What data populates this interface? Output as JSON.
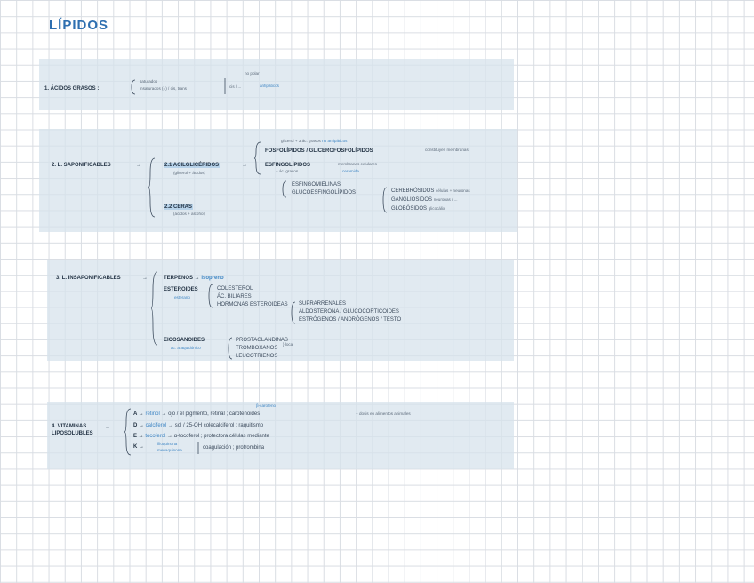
{
  "title": "LÍPIDOS",
  "sections": {
    "acidos": {
      "label": "1. ÁCIDOS GRASOS :",
      "sub1": "saturados",
      "sub2": "insaturados (=) / cis, trans",
      "right1": "no polar",
      "right2": "cis / ...",
      "blue": "anfipáticos"
    },
    "saponificables": {
      "label": "2. L. SAPONIFICABLES",
      "acil": "2.1 ACILGLICÉRIDOS",
      "acil_sub": "(glicerol + ácidos)",
      "ceras": "2.2 CERAS",
      "ceras_sub": "(ácidos + alcohol)",
      "top_note": "glicerol + 3 ác. grasos",
      "top_note_blue": "no anfipáticos",
      "fosfo": "FOSFOLÍPIDOS / GLICEROFOSFOLÍPIDOS",
      "fosfo_note": "constituyen membranas",
      "esfingo": "ESFINGOLÍPIDOS",
      "esfingo_note": "membranas celulares",
      "esfingo_blue": "ceramida",
      "esfingo_sub": "+ ác. grasos",
      "esfingomielinas": "ESFINGOMIELINAS",
      "glucoesfingo": "GLUCOESFINGOLÍPIDOS",
      "cerebrosidos": "CEREBRÓSIDOS",
      "cerebrosidos_note": "células + neuronas",
      "gangliosidos": "GANGLIÓSIDOS",
      "gangliosidos_note": "neuronas / ...",
      "globosidos": "GLOBÓSIDOS",
      "globosidos_note": "glicocálix"
    },
    "insaponificables": {
      "label": "3. L. INSAPONIFICABLES",
      "terpenos": "TERPENOS",
      "terpenos_blue": "isopreno",
      "esteroides": "ESTEROIDES",
      "esteroides_blue": "esterano",
      "colesterol": "COLESTEROL",
      "ac_biliares": "ÁC. BILIARES",
      "hormonas": "HORMONAS ESTEROIDEAS",
      "h1": "SUPRARRENALES",
      "h2": "ALDOSTERONA / GLUCOCORTICOIDES",
      "h3": "ESTRÓGENOS / ANDRÓGENOS / TESTO",
      "eicosanoides": "EICOSANOIDES",
      "eicosanoides_blue": "ác. araquidónico",
      "p1": "PROSTAGLANDINAS",
      "p2": "TROMBOXANOS",
      "p3": "LEUCOTRIENOS",
      "p_note": "local"
    },
    "vitaminas": {
      "label": "4. VITAMINAS LIPOSOLUBLES",
      "top_blue": "β-caroteno",
      "a": "A →",
      "a_blue": "retinol",
      "a_text": "→ ojo / el pigmento, retinal ; carotenoides",
      "a_right": "+ dosis en alimentos animales",
      "d": "D →",
      "d_blue": "calciferol",
      "d_text": "→ sol / 25-OH colecalciferol ; raquitismo",
      "e": "E →",
      "e_blue": "tocoferol",
      "e_text": "→ α-tocoferol ; protectora células mediante",
      "k": "K →",
      "k_blue1": "filoquinona",
      "k_blue2": "menaquinona",
      "k_text": "coagulación ; protrombina"
    }
  }
}
